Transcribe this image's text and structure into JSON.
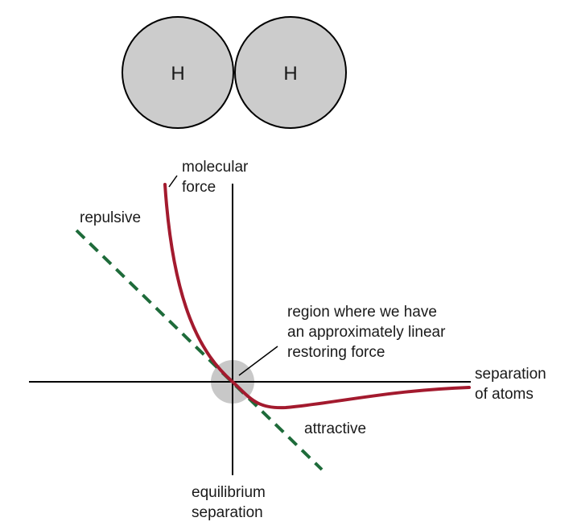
{
  "atoms": {
    "left_label": "H",
    "right_label": "H",
    "fill_color": "#cccccc"
  },
  "labels": {
    "curve_label": [
      "molecular",
      "force"
    ],
    "repulsive": "repulsive",
    "attractive": "attractive",
    "region_note": [
      "region where we have",
      "an approximately linear",
      "restoring force"
    ],
    "x_axis_label": [
      "separation",
      "of atoms"
    ],
    "origin_label": [
      "equilibrium",
      "separation"
    ]
  },
  "colors": {
    "force_curve": "#a31a2e",
    "linear_approximation": "#1e6b3a",
    "axes": "#000000",
    "equilibrium_region": "#c8c8c8"
  }
}
